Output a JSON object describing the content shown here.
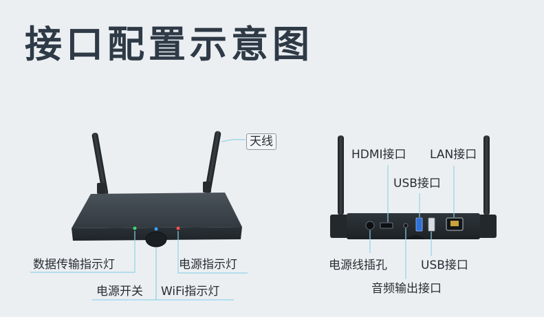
{
  "title": "接口配置示意图",
  "labels": {
    "antenna": "天线",
    "data_led": "数据传输指示灯",
    "power_led": "电源指示灯",
    "power_switch": "电源开关",
    "wifi_led": "WiFi指示灯",
    "hdmi": "HDMI接口",
    "lan": "LAN接口",
    "usb_top": "USB接口",
    "usb_bottom": "USB接口",
    "power_jack": "电源线插孔",
    "audio": "音频输出接口"
  },
  "colors": {
    "background": "#eceff2",
    "title": "#2e3a46",
    "device_body": "#3a4248",
    "leader_line": "#8fd4e8",
    "led_green": "#44d37a",
    "led_blue": "#3aa0ff",
    "led_red": "#ff4d4d"
  }
}
